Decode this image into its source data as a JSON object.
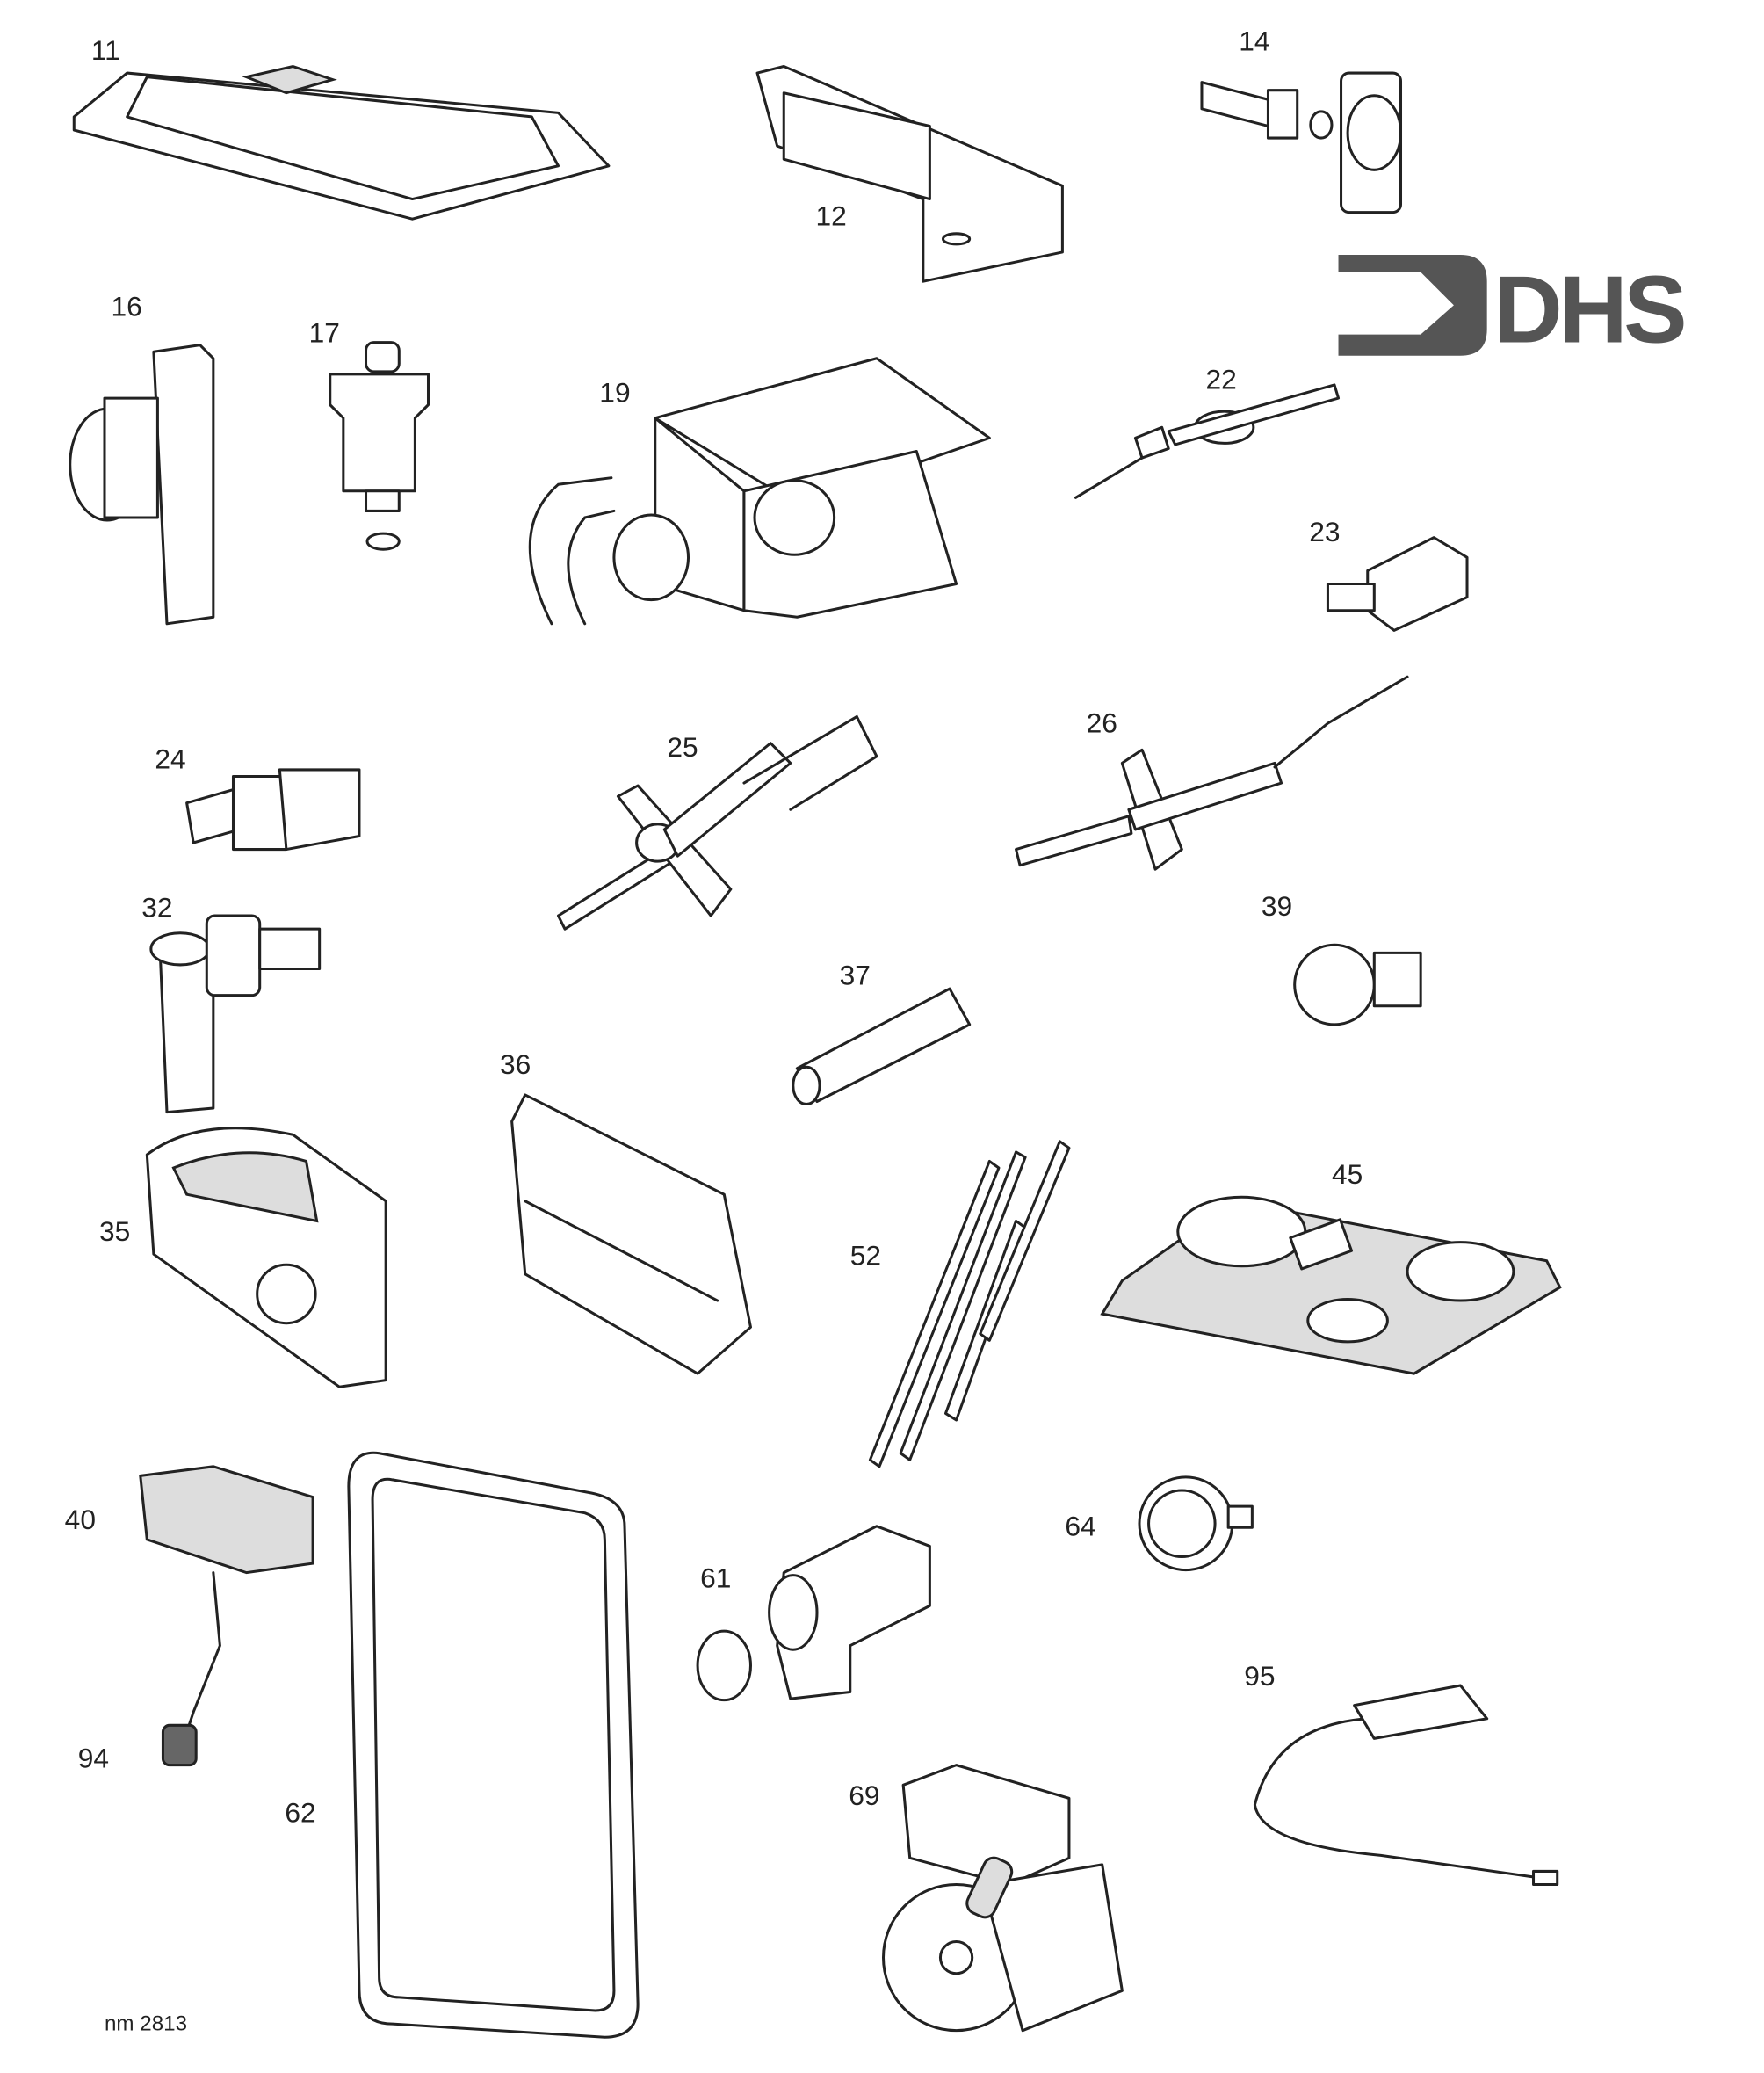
{
  "diagram": {
    "logo_text": "DHS",
    "reference": "nm 2813",
    "parts": [
      {
        "id": "11",
        "label": "11"
      },
      {
        "id": "12",
        "label": "12"
      },
      {
        "id": "14",
        "label": "14"
      },
      {
        "id": "16",
        "label": "16"
      },
      {
        "id": "17",
        "label": "17"
      },
      {
        "id": "19",
        "label": "19"
      },
      {
        "id": "22",
        "label": "22"
      },
      {
        "id": "23",
        "label": "23"
      },
      {
        "id": "24",
        "label": "24"
      },
      {
        "id": "25",
        "label": "25"
      },
      {
        "id": "26",
        "label": "26"
      },
      {
        "id": "32",
        "label": "32"
      },
      {
        "id": "35",
        "label": "35"
      },
      {
        "id": "36",
        "label": "36"
      },
      {
        "id": "37",
        "label": "37"
      },
      {
        "id": "39",
        "label": "39"
      },
      {
        "id": "40",
        "label": "40"
      },
      {
        "id": "45",
        "label": "45"
      },
      {
        "id": "52",
        "label": "52"
      },
      {
        "id": "61",
        "label": "61"
      },
      {
        "id": "62",
        "label": "62"
      },
      {
        "id": "64",
        "label": "64"
      },
      {
        "id": "69",
        "label": "69"
      },
      {
        "id": "94",
        "label": "94"
      },
      {
        "id": "95",
        "label": "95"
      }
    ]
  }
}
